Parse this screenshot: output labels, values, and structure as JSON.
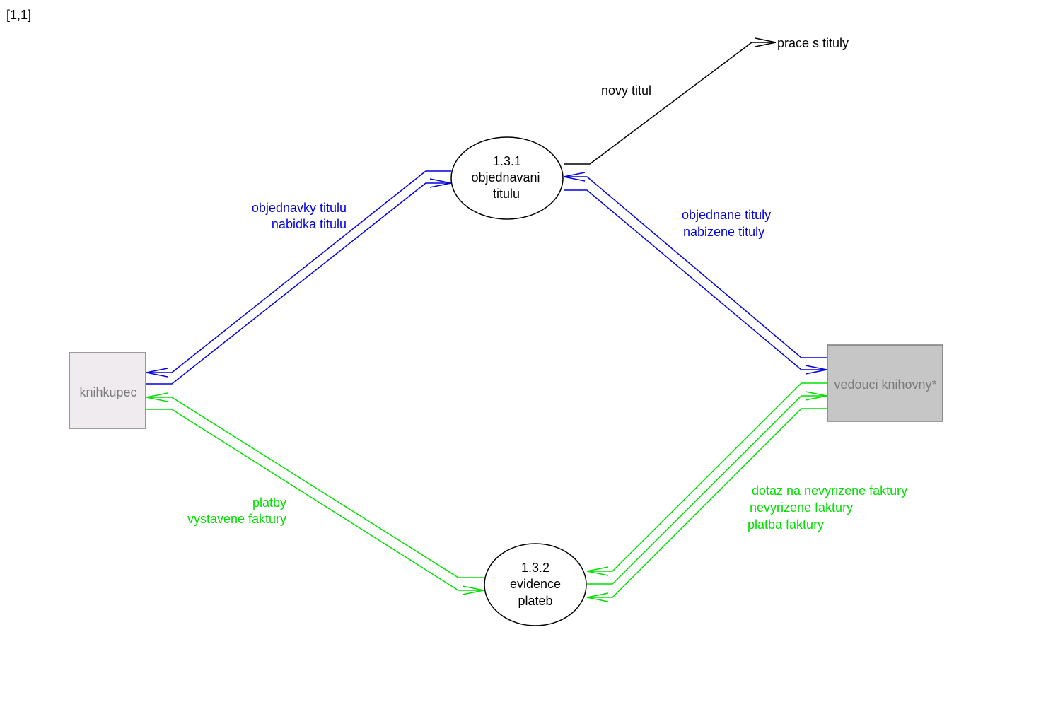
{
  "page_label": "[1,1]",
  "processes": [
    {
      "number": "1.3.1",
      "name_lines": [
        "objednavani",
        "titulu"
      ]
    },
    {
      "number": "1.3.2",
      "name_lines": [
        "evidence",
        "plateb"
      ]
    }
  ],
  "entities": [
    {
      "label": "knihkupec"
    },
    {
      "label": "vedouci knihovny*"
    }
  ],
  "flows": {
    "knihkupec_objednavani": [
      "objednavky titulu",
      "nabidka titulu"
    ],
    "vedouci_objednavani": [
      "objednane tituly",
      "nabizene tituly"
    ],
    "new_title": "novy titul",
    "external_target": "prace s tituly",
    "knihkupec_evidence": [
      "platby",
      "vystavene faktury"
    ],
    "vedouci_evidence": [
      "dotaz na nevyrizene faktury",
      "nevyrizene faktury",
      "platba faktury"
    ]
  },
  "colors": {
    "blue_flow": "#0000e0",
    "green_flow": "#00e000",
    "entity1_fill": "#efebef",
    "entity2_fill": "#c6c6c6",
    "entity_text": "#7b7b7b",
    "line_black": "#000000"
  }
}
